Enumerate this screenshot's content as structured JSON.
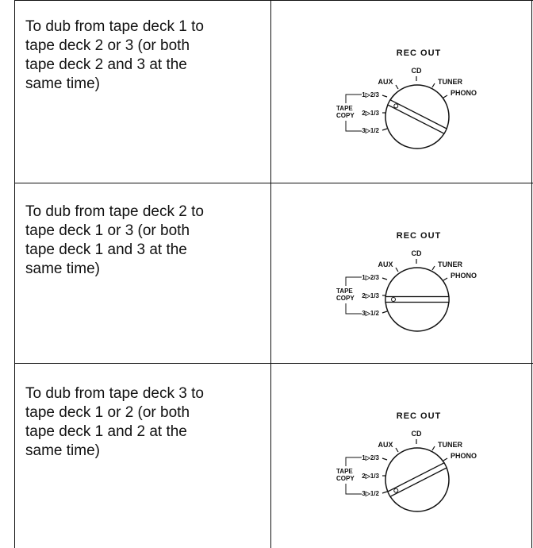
{
  "rows": [
    {
      "text": "To dub from tape deck 1 to tape deck 2 or 3 (or both tape deck 2 and 3 at the same time)",
      "selected": "1▷2/3"
    },
    {
      "text": "To dub from tape deck 2 to tape deck 1 or 3 (or both tape deck 1 and 3 at the same time)",
      "selected": "2▷1/3"
    },
    {
      "text": "To dub from tape deck 3 to tape deck 1 or 2 (or both tape deck 1 and 2 at the same time)",
      "selected": "3▷1/2"
    }
  ],
  "dial": {
    "title": "REC OUT",
    "aux": "AUX",
    "cd": "CD",
    "tuner": "TUNER",
    "phono": "PHONO",
    "tape_copy_1": "TAPE",
    "tape_copy_2": "COPY",
    "pos1": "1▷2/3",
    "pos2": "2▷1/3",
    "pos3": "3▷1/2"
  }
}
